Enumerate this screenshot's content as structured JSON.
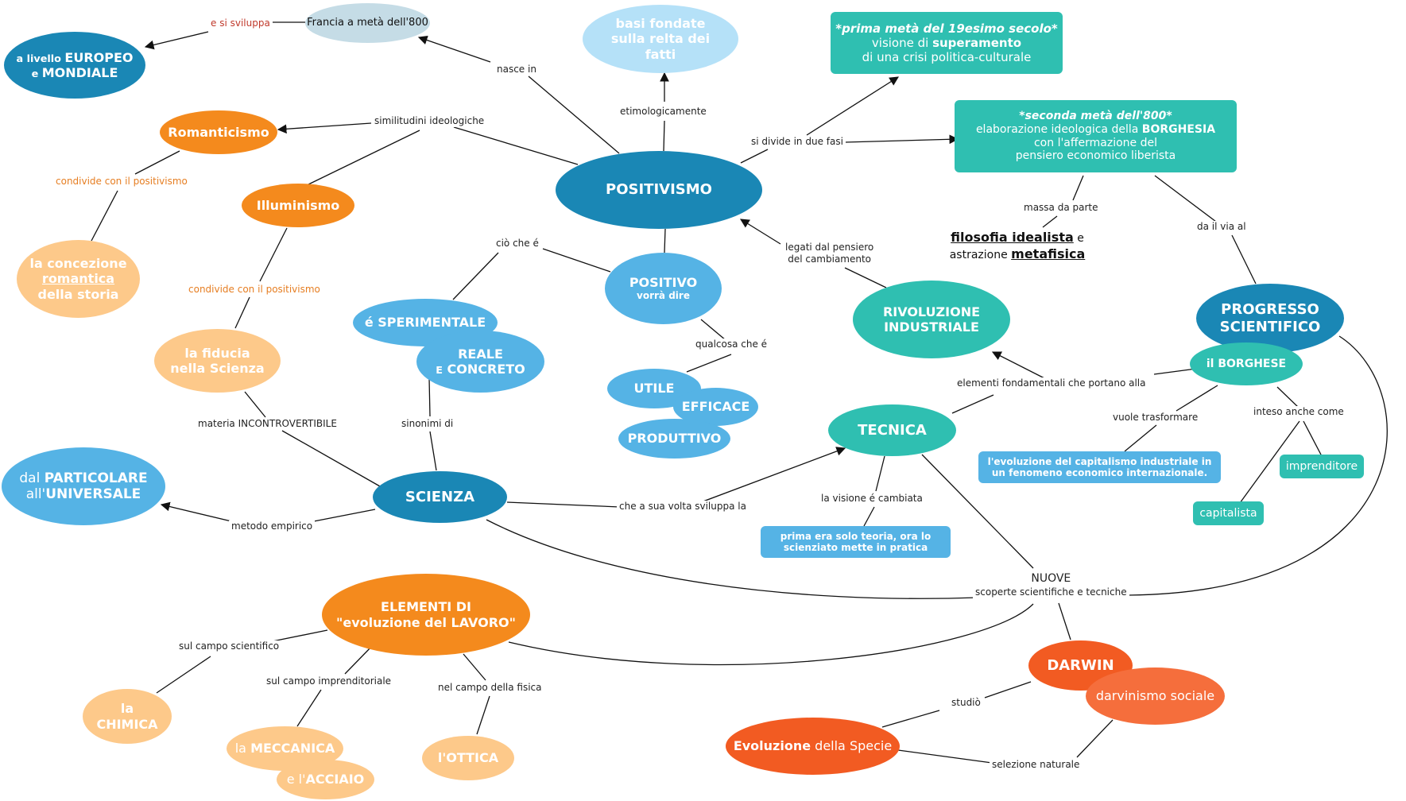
{
  "colors": {
    "dark_blue": "#1a87b5",
    "light_blue": "#c5dce6",
    "sky_blue": "#55b3e5",
    "pale_blue": "#b5e1f8",
    "teal": "#2fbfb1",
    "orange": "#f48a1d",
    "light_orange": "#fdc98a",
    "red_orange": "#f25b22",
    "edge": "#111111"
  },
  "nodes": {
    "positivismo": "POSITIVISMO",
    "francia": "Francia a metà dell'800",
    "europeo_a": "a livello ",
    "europeo_b": "EUROPEO",
    "europeo_c": "e ",
    "europeo_d": "MONDIALE",
    "basi": "basi fondate sulla relta dei fatti",
    "prima_meta_a": "*prima metà del 19esimo secolo*",
    "prima_meta_b": "visione di ",
    "prima_meta_c": "superamento",
    "prima_meta_d": "di una crisi politica-culturale",
    "seconda_meta_a": "*seconda metà dell'800*",
    "seconda_meta_b": "elaborazione ideologica della ",
    "seconda_meta_c": "BORGHESIA",
    "seconda_meta_d": "con l'affermazione del",
    "seconda_meta_e": "pensiero economico liberista",
    "romanticismo": "Romanticismo",
    "illuminismo": "Illuminismo",
    "concezione_a": "la concezione",
    "concezione_b": "romantica",
    "concezione_c": "della storia",
    "fiducia": "la fiducia nella Scienza",
    "positivo_a": "POSITIVO",
    "positivo_b": "vorrà dire",
    "sperimentale": "é SPERIMENTALE",
    "reale_a": "REALE",
    "reale_b": "E",
    "reale_c": " CONCRETO",
    "utile": "UTILE",
    "efficace": "EFFICACE",
    "produttivo": "PRODUTTIVO",
    "rivoluzione": "RIVOLUZIONE INDUSTRIALE",
    "filosofia_a": "filosofia idealista",
    "filosofia_b": " e",
    "filosofia_c": "astrazione ",
    "filosofia_d": "metafisica",
    "progresso": "PROGRESSO SCIENTIFICO",
    "borghese": "il BORGHESE",
    "tecnica": "TECNICA",
    "scienza": "SCIENZA",
    "particolare_a": "dal ",
    "particolare_b": "PARTICOLARE",
    "particolare_c": "all'",
    "particolare_d": "UNIVERSALE",
    "evoluzione_cap": "l'evoluzione del capitalismo industriale in un fenomeno economico internazionale.",
    "imprenditore": "imprenditore",
    "capitalista": "capitalista",
    "prima_teoria": "prima era solo teoria, ora lo scienziato mette in pratica",
    "elementi_a": "ELEMENTI DI",
    "elementi_b": "\"evoluzione del LAVORO\"",
    "chimica_a": "la",
    "chimica_b": "CHIMICA",
    "meccanica_a": "la ",
    "meccanica_b": "MECCANICA",
    "acciaio_a": "e l'",
    "acciaio_b": "ACCIAIO",
    "ottica": "l'OTTICA",
    "darwin": "DARWIN",
    "darvinismo": "darvinismo sociale",
    "evoluzione_specie_a": "Evoluzione",
    "evoluzione_specie_b": " della Specie"
  },
  "links": {
    "e_si_sviluppa": "e si sviluppa",
    "nasce_in": "nasce in",
    "etimologicamente": "etimologicamente",
    "si_divide": "si divide in due fasi",
    "similitudini": "similitudini ideologiche",
    "condivide1": "condivide con il positivismo",
    "condivide2": "condivide con il positivismo",
    "cio_che_e": "ciò che é",
    "legati_a": "legati dal pensiero",
    "legati_b": "del cambiamento",
    "massa": "massa da parte",
    "da_il_via": "da il via al",
    "qualcosa": "qualcosa che é",
    "elementi_fond": "elementi fondamentali che portano alla",
    "vuole": "vuole trasformare",
    "inteso": "inteso anche come",
    "materia": "materia INCONTROVERTIBILE",
    "sinonimi": "sinonimi di",
    "che_a_sua_volta": "che a sua volta sviluppa la",
    "la_visione": "la visione é cambiata",
    "metodo": "metodo empirico",
    "nuove_a": "NUOVE",
    "nuove_b": "scoperte scientifiche e tecniche",
    "sul_scientifico": "sul campo scientifico",
    "sul_imprenditoriale": "sul campo imprenditoriale",
    "nel_fisica": "nel campo della fisica",
    "studio": "studiò",
    "selezione": "selezione naturale"
  }
}
